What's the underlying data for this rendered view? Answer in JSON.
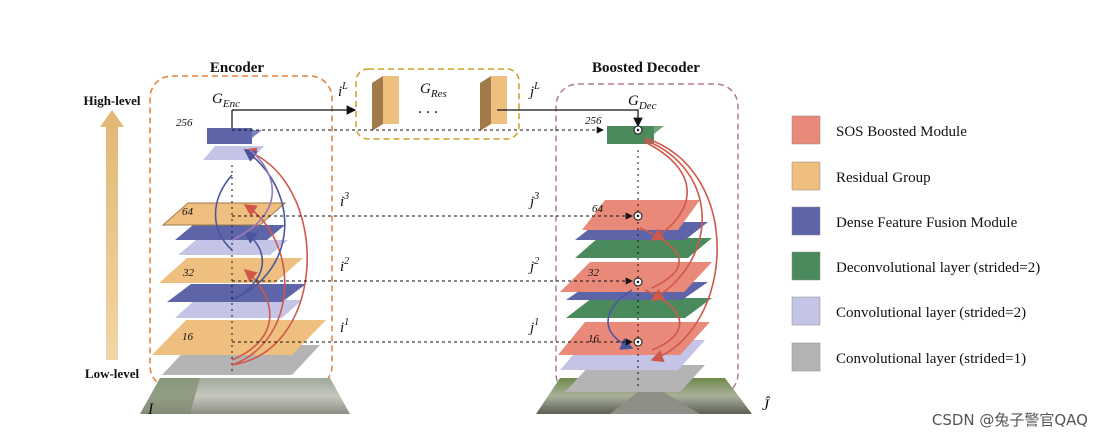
{
  "encoder": {
    "title": "Encoder",
    "g_label": "G",
    "g_sub": "Enc"
  },
  "decoder": {
    "title": "Boosted Decoder",
    "g_label": "G",
    "g_sub": "Dec"
  },
  "residual": {
    "g_label": "G",
    "g_sub": "Res",
    "dots": ". . ."
  },
  "levels": {
    "high": "High-level",
    "low": "Low-level"
  },
  "channels": {
    "c256": "256",
    "c64": "64",
    "c32": "32",
    "c16": "16"
  },
  "skip_labels": {
    "iL": "i",
    "iL_sup": "L",
    "jL": "j",
    "jL_sup": "L",
    "i3": "i",
    "i3_sup": "3",
    "j3": "j",
    "j3_sup": "3",
    "i2": "i",
    "i2_sup": "2",
    "j2": "j",
    "j2_sup": "2",
    "i1": "i",
    "i1_sup": "1",
    "j1": "j",
    "j1_sup": "1"
  },
  "io": {
    "input": "I",
    "output": "Ĵ"
  },
  "legend": [
    {
      "label": "SOS Boosted Module",
      "color": "#e8897a"
    },
    {
      "label": "Residual Group",
      "color": "#eebf7f"
    },
    {
      "label": "Dense Feature Fusion Module",
      "color": "#5d64a8"
    },
    {
      "label": "Deconvolutional layer (strided=2)",
      "color": "#4a8a5c"
    },
    {
      "label": "Convolutional layer (strided=2)",
      "color": "#c3c4e6"
    },
    {
      "label": "Convolutional layer (strided=1)",
      "color": "#b4b4b4"
    }
  ],
  "watermark": "CSDN @兔子警官QAQ",
  "colors": {
    "encoder_box": "#e0803a",
    "decoder_box": "#b07a9a",
    "residual_box": "#c9a020",
    "level_arrow": "#e8c68f",
    "red_link": "#d0584a",
    "blue_link": "#4a55a0",
    "purple_link": "#9a7ab8"
  }
}
